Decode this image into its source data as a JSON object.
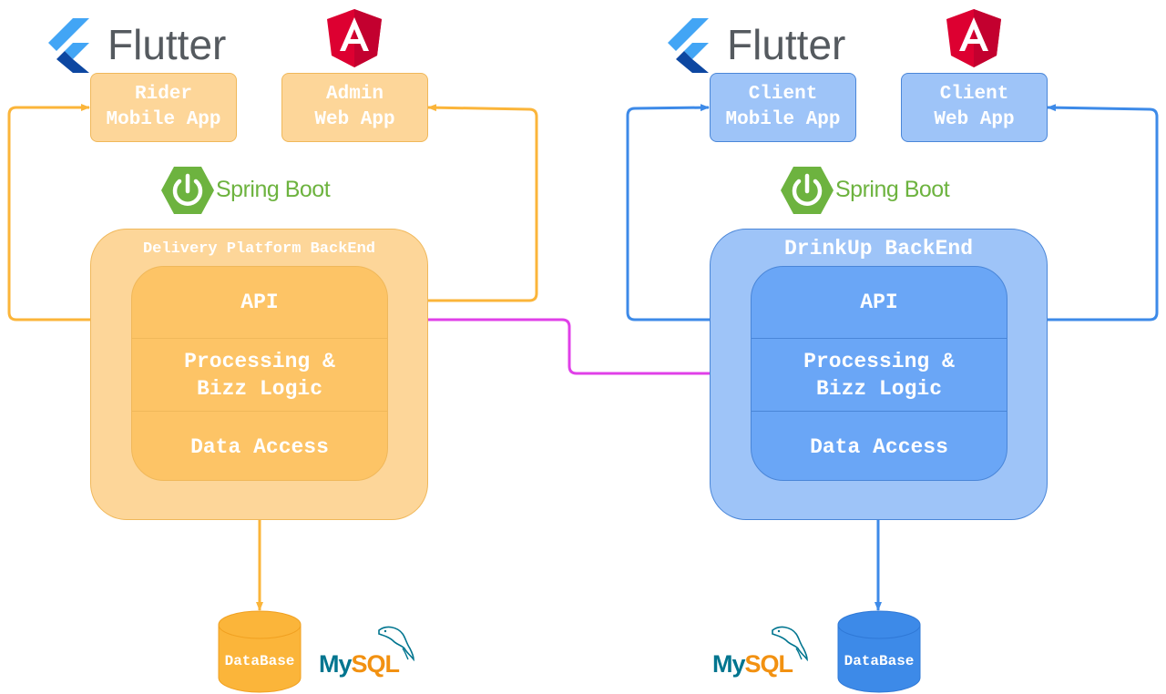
{
  "left": {
    "logos": {
      "flutter": "Flutter",
      "spring": "Spring Boot",
      "mysql_my": "My",
      "mysql_sql": "SQL"
    },
    "apps": [
      {
        "line1": "Rider",
        "line2": "Mobile App"
      },
      {
        "line1": "Admin",
        "line2": "Web App"
      }
    ],
    "backend_title": "Delivery Platform BackEnd",
    "layers": {
      "api": "API",
      "processing_line1": "Processing &",
      "processing_line2": "Bizz Logic",
      "data_access": "Data Access"
    },
    "database": "DataBase"
  },
  "right": {
    "logos": {
      "flutter": "Flutter",
      "spring": "Spring Boot",
      "mysql_my": "My",
      "mysql_sql": "SQL"
    },
    "apps": [
      {
        "line1": "Client",
        "line2": "Mobile App"
      },
      {
        "line1": "Client",
        "line2": "Web App"
      }
    ],
    "backend_title": "DrinkUp BackEnd",
    "layers": {
      "api": "API",
      "processing_line1": "Processing &",
      "processing_line2": "Bizz Logic",
      "data_access": "Data Access"
    },
    "database": "DataBase"
  },
  "colors": {
    "orange_fill": "#fdd699",
    "orange_inner": "#fdc466",
    "orange_line": "#fbb53a",
    "blue_fill": "#9ec4f8",
    "blue_inner": "#6aa6f6",
    "blue_line": "#3d8ae8",
    "cross_link": "#e040e8",
    "spring_green": "#6db33f",
    "angular_red": "#dd0031",
    "flutter_blue": "#42a5f5"
  }
}
